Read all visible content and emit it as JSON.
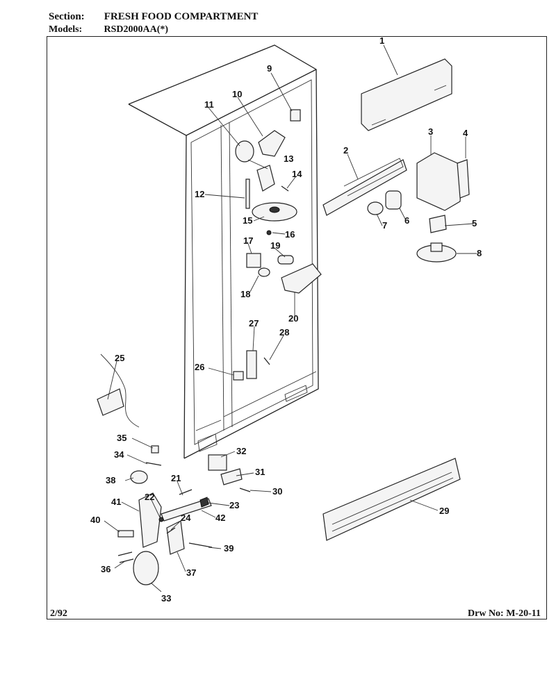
{
  "header": {
    "section_label": "Section:",
    "section_value": "FRESH FOOD COMPARTMENT",
    "models_label": "Models:",
    "models_value": "RSD2000AA(*)"
  },
  "footer": {
    "date": "2/92",
    "drawing_number": "Drw No: M-20-11"
  },
  "part_labels": [
    "1",
    "2",
    "3",
    "4",
    "5",
    "6",
    "7",
    "8",
    "9",
    "10",
    "11",
    "12",
    "13",
    "14",
    "15",
    "16",
    "17",
    "18",
    "19",
    "20",
    "21",
    "22",
    "23",
    "24",
    "25",
    "26",
    "27",
    "28",
    "29",
    "30",
    "31",
    "32",
    "33",
    "34",
    "35",
    "36",
    "37",
    "38",
    "39",
    "40",
    "41",
    "42"
  ]
}
